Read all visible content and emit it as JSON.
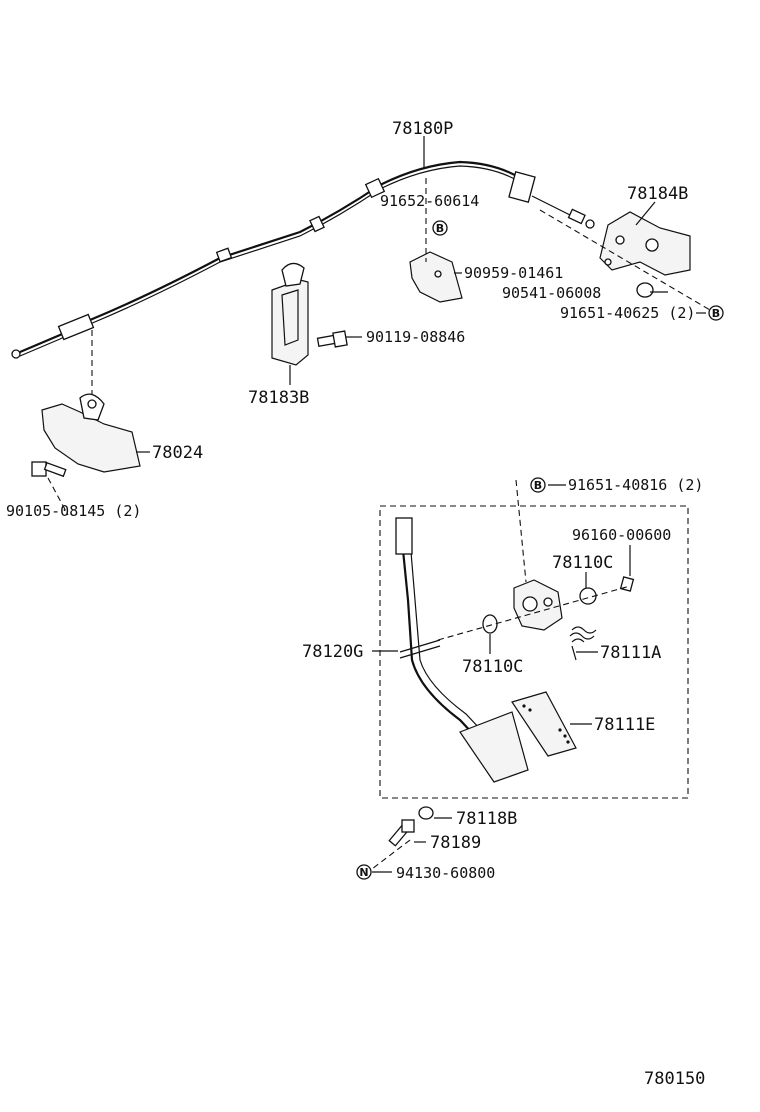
{
  "diagram": {
    "code": "780150",
    "labels": {
      "cable": "78180P",
      "clamp_bolt": "91652-60614",
      "bracket_right": "78184B",
      "clip_mid": "90959-01461",
      "pin": "90541-06008",
      "bolt_right": "91651-40625 (2)",
      "bolt_mid": "90119-08846",
      "clamp_mid": "78183B",
      "bracket_left": "78024",
      "bolt_left": "90105-08145 (2)",
      "pedal_bolt": "91651-40816 (2)",
      "pedal_clip": "96160-00600",
      "bushing_upper": "78110C",
      "pedal_arm": "78120G",
      "bushing_lower": "78110C",
      "spring": "78111A",
      "pedal_pad": "78111E",
      "stopper": "78118B",
      "stop_bolt": "78189",
      "nut": "94130-60800"
    },
    "badges": {
      "b1": "B",
      "b2": "B",
      "b3": "B",
      "n1": "N"
    }
  }
}
